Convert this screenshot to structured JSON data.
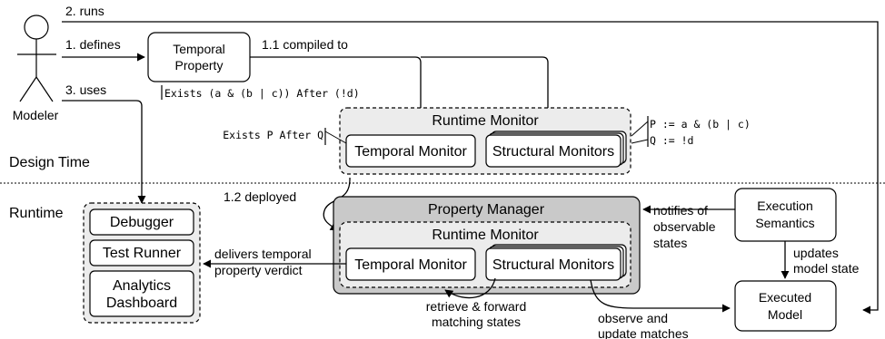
{
  "actor": {
    "name": "Modeler"
  },
  "edges": {
    "runs": "2. runs",
    "defines": "1. defines",
    "uses": "3. uses",
    "compiled_to": "1.1 compiled to",
    "deployed": "1.2 deployed",
    "delivers_line1": "delivers temporal",
    "delivers_line2": "property verdict",
    "notifies_line1": "notifies of",
    "notifies_line2": "observable",
    "notifies_line3": "states",
    "updates_line1": "updates",
    "updates_line2": "model state",
    "retrieve_line1": "retrieve & forward",
    "retrieve_line2": "matching states",
    "observe_line1": "observe and",
    "observe_line2": "update matches"
  },
  "sections": {
    "design_time": "Design Time",
    "runtime": "Runtime"
  },
  "boxes": {
    "temporal_property_line1": "Temporal",
    "temporal_property_line2": "Property",
    "runtime_monitor": "Runtime Monitor",
    "temporal_monitor": "Temporal Monitor",
    "structural_monitors": "Structural Monitors",
    "property_manager": "Property Manager",
    "debugger": "Debugger",
    "test_runner": "Test Runner",
    "analytics_line1": "Analytics",
    "analytics_line2": "Dashboard",
    "execution_semantics_line1": "Execution",
    "execution_semantics_line2": "Semantics",
    "executed_model_line1": "Executed",
    "executed_model_line2": "Model"
  },
  "code": {
    "property_expr": "Exists (a & (b | c)) After (!d)",
    "pattern": "Exists P After Q",
    "p_def": "P := a & (b | c)",
    "q_def": "Q := !d"
  },
  "colors": {
    "container_fill": "#ececec",
    "manager_fill": "#c9c9c9",
    "box_fill": "#ffffff",
    "stroke": "#000000"
  }
}
